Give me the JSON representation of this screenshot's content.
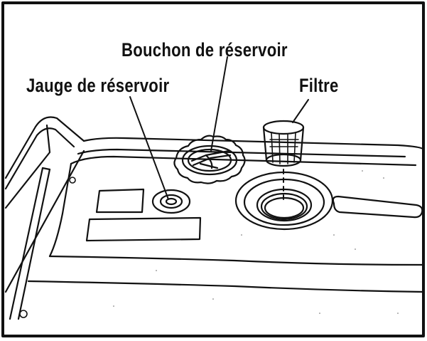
{
  "labels": {
    "fuel_cap": "Bouchon de réservoir",
    "fuel_gauge": "Jauge de réservoir",
    "filter": "Filtre"
  },
  "colors": {
    "ink": "#111111",
    "paper": "#ffffff"
  }
}
